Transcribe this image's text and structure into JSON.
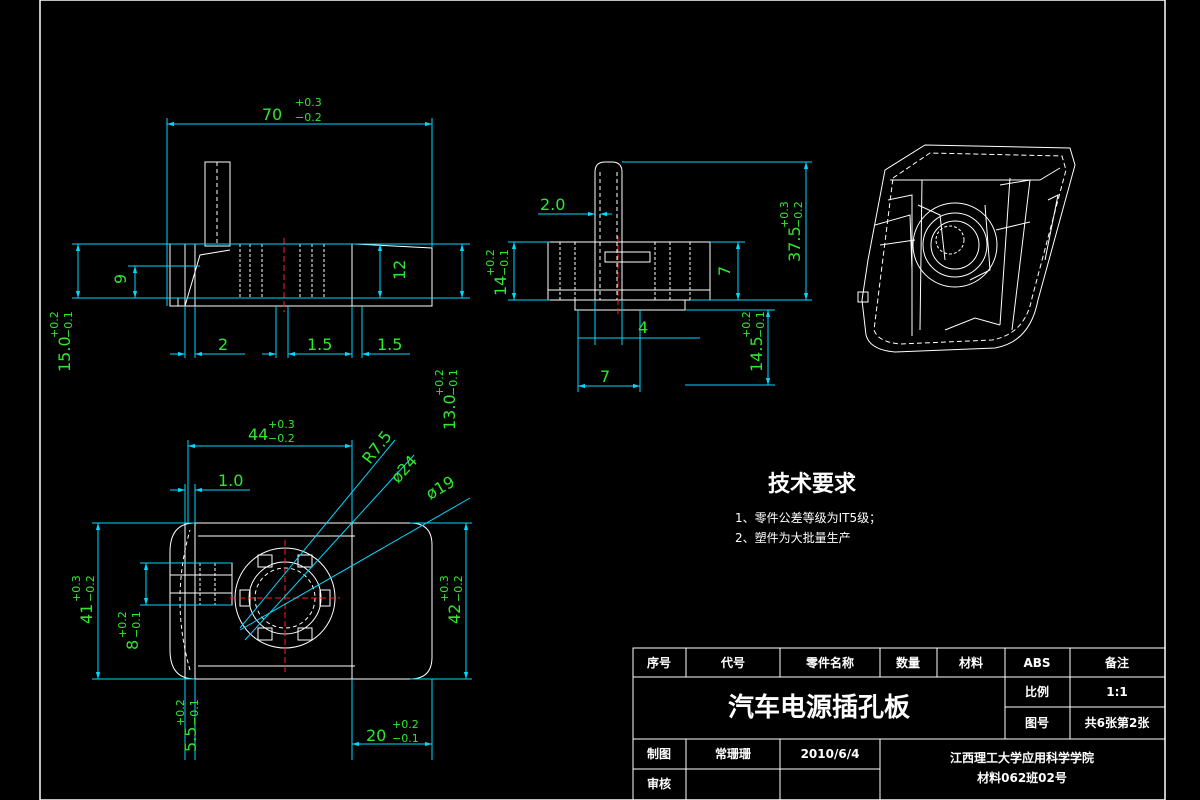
{
  "drawing": {
    "title": "汽车电源插孔板",
    "tech_req": {
      "heading": "技术要求",
      "items": [
        "1、零件公差等级为IT5级；",
        "2、塑件为大批量生产"
      ]
    },
    "title_block": {
      "headers": [
        "序号",
        "代号",
        "零件名称",
        "数量",
        "材料",
        "ABS",
        "备注"
      ],
      "scale_label": "比例",
      "scale_value": "1:1",
      "sheet_label": "图号",
      "sheet_value": "共6张第2张",
      "drawn_label": "制图",
      "drawn_by": "常珊珊",
      "date": "2010/6/4",
      "check_label": "审核",
      "org_line1": "江西理工大学应用科学学院",
      "org_line2": "材料062班02号"
    }
  },
  "dims": {
    "front": {
      "width_main": "70",
      "width_tol_up": "+0.3",
      "width_tol_dn": "−0.2",
      "h9": "9",
      "h12": "12",
      "h15_main": "15.0",
      "h15_up": "+0.2",
      "h15_dn": "−0.1",
      "h13_main": "13.0",
      "h13_up": "+0.2",
      "h13_dn": "−0.1",
      "d2": "2",
      "d15a": "1.5",
      "d15b": "1.5"
    },
    "side": {
      "d20": "2.0",
      "h14_main": "14",
      "h14_up": "+0.2",
      "h14_dn": "−0.1",
      "h375_main": "37.5",
      "h375_up": "+0.3",
      "h375_dn": "−0.2",
      "h145_main": "14.5",
      "h145_up": "+0.2",
      "h145_dn": "−0.1",
      "d7a": "7",
      "d4": "4",
      "d7b": "7"
    },
    "top": {
      "w44_main": "44",
      "w44_up": "+0.3",
      "w44_dn": "−0.2",
      "d10": "1.0",
      "r75": "R7.5",
      "phi24": "ø24",
      "phi19": "ø19",
      "h41_main": "41",
      "h41_up": "+0.3",
      "h41_dn": "−0.2",
      "h8_main": "8",
      "h8_up": "+0.2",
      "h8_dn": "−0.1",
      "h42_main": "42",
      "h42_up": "+0.3",
      "h42_dn": "−0.2",
      "d55_main": "5.5",
      "d55_up": "+0.2",
      "d55_dn": "−0.1",
      "d20_main": "20",
      "d20_up": "+0.2",
      "d20_dn": "−0.1"
    }
  },
  "colors": {
    "background": "#000000",
    "outline": "#ffffff",
    "dimension_line": "#00d8ff",
    "dimension_text": "#2ee82e",
    "center_line": "#ff2020"
  }
}
